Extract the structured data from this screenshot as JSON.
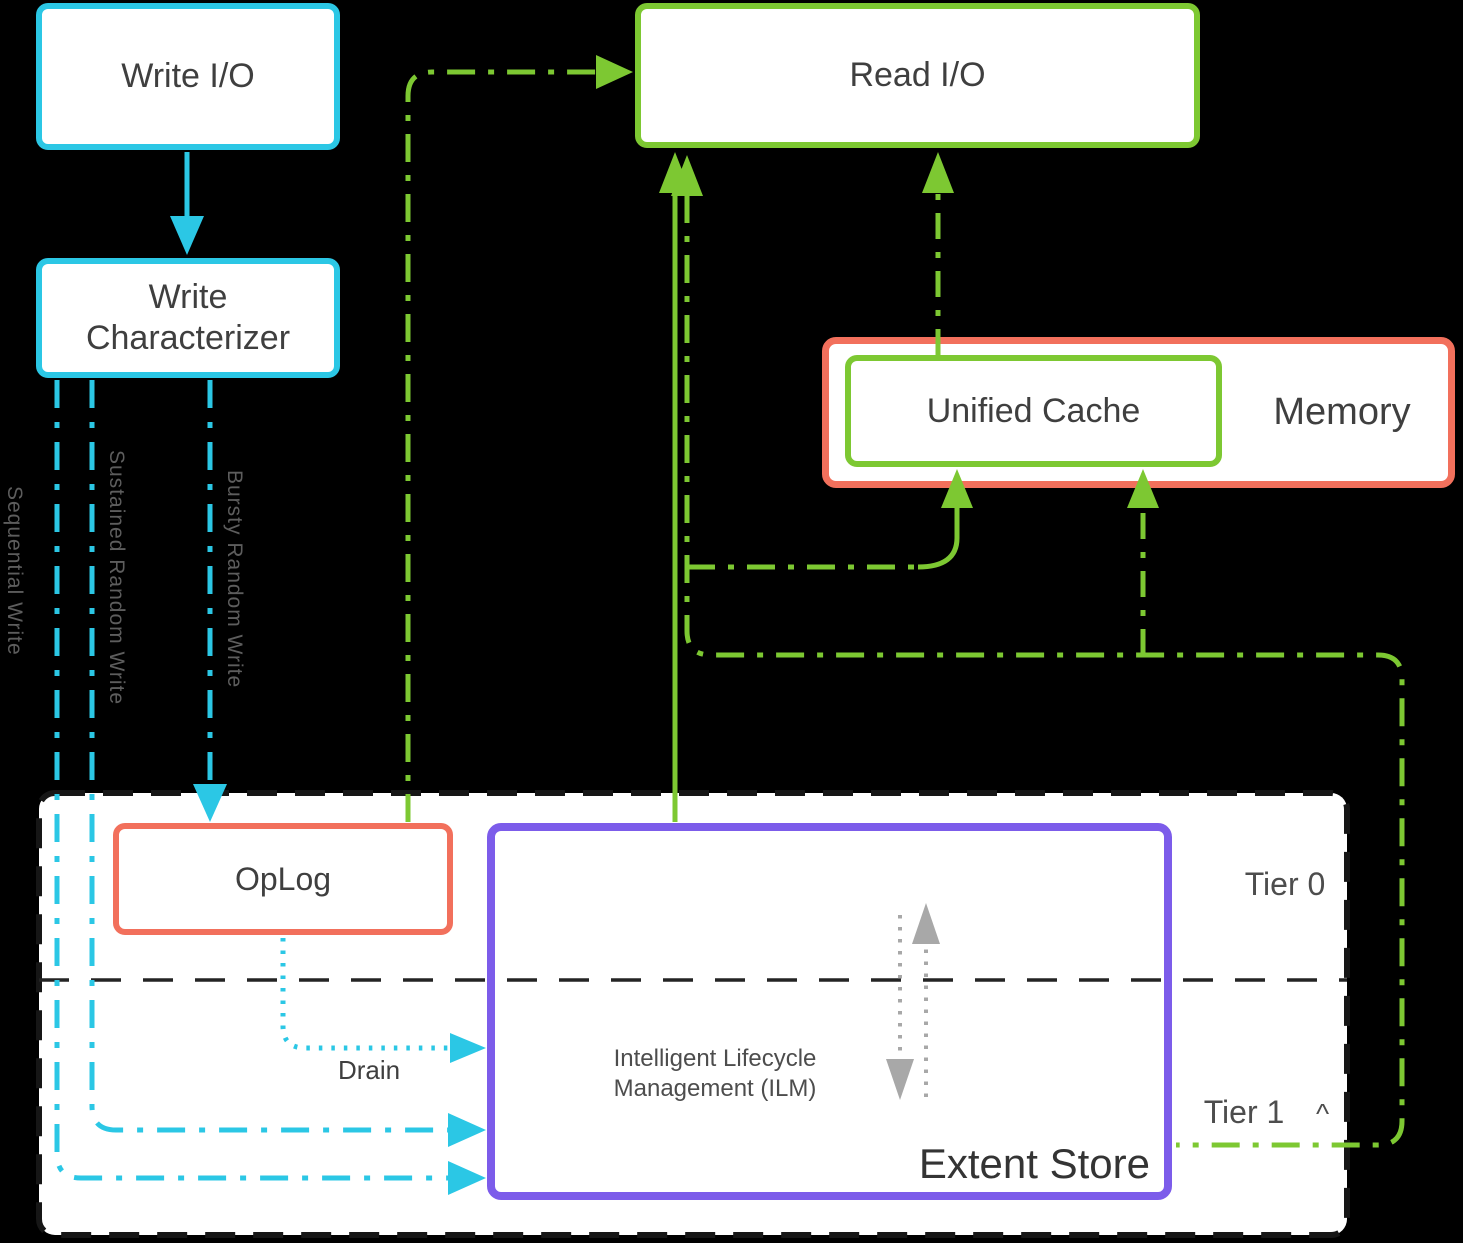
{
  "colors": {
    "bg": "#000000",
    "box_bg": "#ffffff",
    "cyan": "#2bc7e5",
    "green": "#7dc832",
    "orange": "#f2705c",
    "purple": "#7c5cea",
    "gray_arrow": "#a8a8a8",
    "label_dark": "#3f3f3f",
    "label_gray": "#5d5d5d",
    "tier_border": "#161616"
  },
  "boxes": {
    "write_io": {
      "label": "Write I/O"
    },
    "write_characterizer": {
      "label": "Write Characterizer"
    },
    "read_io": {
      "label": "Read I/O"
    },
    "memory": {
      "label": "Memory"
    },
    "unified_cache": {
      "label": "Unified Cache"
    },
    "oplog": {
      "label": "OpLog"
    },
    "extent_store": {
      "label": "Extent Store"
    },
    "ilm": {
      "line1": "Intelligent Lifecycle",
      "line2": "Management (ILM)"
    }
  },
  "tiers": {
    "tier0": "Tier 0",
    "tier1": "Tier 1",
    "tier1_caret": "^"
  },
  "flow_labels": {
    "sequential": "Sequential Write",
    "sustained": "Sustained Random Write",
    "bursty": "Bursty Random Write",
    "drain": "Drain"
  }
}
